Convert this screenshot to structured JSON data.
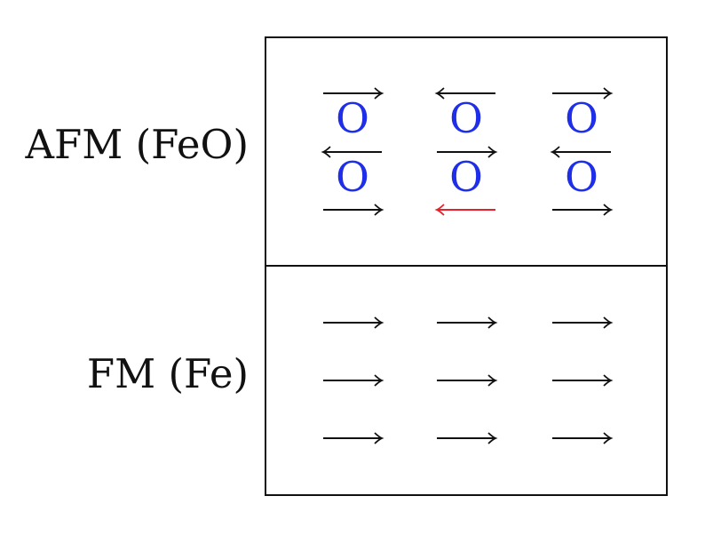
{
  "rows": [
    {
      "label": "AFM (FeO)",
      "grid": [
        [
          "right",
          "left",
          "right"
        ],
        [
          "left",
          "right",
          "left"
        ],
        [
          "right",
          "left",
          "right"
        ]
      ],
      "oxygen": [
        [
          "O",
          "O",
          "O"
        ],
        [
          "O",
          "O",
          "O"
        ]
      ],
      "highlight": [
        [
          2,
          1
        ]
      ]
    },
    {
      "label": "FM (Fe)",
      "grid": [
        [
          "right",
          "right",
          "right"
        ],
        [
          "right",
          "right",
          "right"
        ],
        [
          "right",
          "right",
          "right"
        ]
      ]
    }
  ],
  "colors": {
    "spin": "#111111",
    "highlight_spin": "#e8202a",
    "oxygen": "#1f2ee8",
    "border": "#111111"
  }
}
